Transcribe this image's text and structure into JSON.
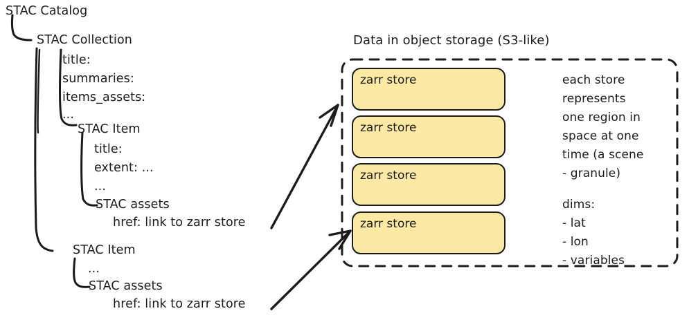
{
  "diagram": {
    "title_right": "Data in object storage (S3-like)",
    "colors": {
      "store_fill": "#fbe8a4",
      "ink": "#1b1b1b",
      "background": "#ffffff"
    },
    "tree": {
      "root": "STAC Catalog",
      "collection": "STAC Collection",
      "collection_fields": [
        "title:",
        "summaries:",
        "items_assets:",
        "..."
      ],
      "item1": {
        "label": "STAC Item",
        "fields": [
          "title:",
          "extent: ...",
          "..."
        ],
        "assets_label": "STAC assets",
        "assets_href": "href: link to zarr store"
      },
      "item2": {
        "label": "STAC Item",
        "fields": [
          "..."
        ],
        "assets_label": "STAC assets",
        "assets_href": "href: link to zarr store"
      }
    },
    "stores": [
      {
        "label": "zarr store"
      },
      {
        "label": "zarr store"
      },
      {
        "label": "zarr store"
      },
      {
        "label": "zarr store"
      }
    ],
    "notes": {
      "paragraph1": [
        "each store",
        "represents",
        "one region in",
        "space at one",
        "time (a scene",
        "- granule)"
      ],
      "paragraph2": [
        "dims:",
        "- lat",
        "- lon",
        "- variables"
      ]
    },
    "arrows": [
      {
        "name": "arrow-assets1-to-store1"
      },
      {
        "name": "arrow-assets2-to-store4"
      }
    ]
  }
}
